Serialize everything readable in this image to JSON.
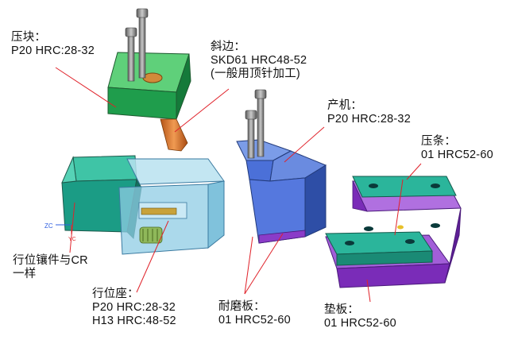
{
  "labels": {
    "pressure_block": {
      "name": "压块：",
      "spec": "P20  HRC:28-32"
    },
    "lifter": {
      "name": "斜边：",
      "spec": "SKD61  HRC48-52",
      "note": "(一般用顶针加工)"
    },
    "cavity": {
      "name": "产机：",
      "spec": "P20  HRC:28-32"
    },
    "press_bar": {
      "name": "压条：",
      "spec": "01  HRC52-60"
    },
    "slider_insert": {
      "line1": "行位镶件与CR",
      "line2": "一样"
    },
    "slider_seat": {
      "name": "行位座：",
      "spec1": "P20  HRC:28-32",
      "spec2": "H13  HRC:48-52"
    },
    "wear_plate": {
      "name": "耐磨板：",
      "spec": "01 HRC52-60"
    },
    "backing_plate": {
      "name": "垫板：",
      "spec": "01 HRC52-60"
    }
  },
  "axis": {
    "zc": "ZC",
    "yc": "YC"
  },
  "colors": {
    "green_block": "#1fa050",
    "teal_block": "#23a38c",
    "blue_part": "#4a6ed6",
    "purple_plate": "#8a3cc8",
    "transparent_seat": "#9fd3ea",
    "leader_line": "#e0222a",
    "bolt": "#8a8a8a",
    "copper_pin": "#d86a1e"
  }
}
